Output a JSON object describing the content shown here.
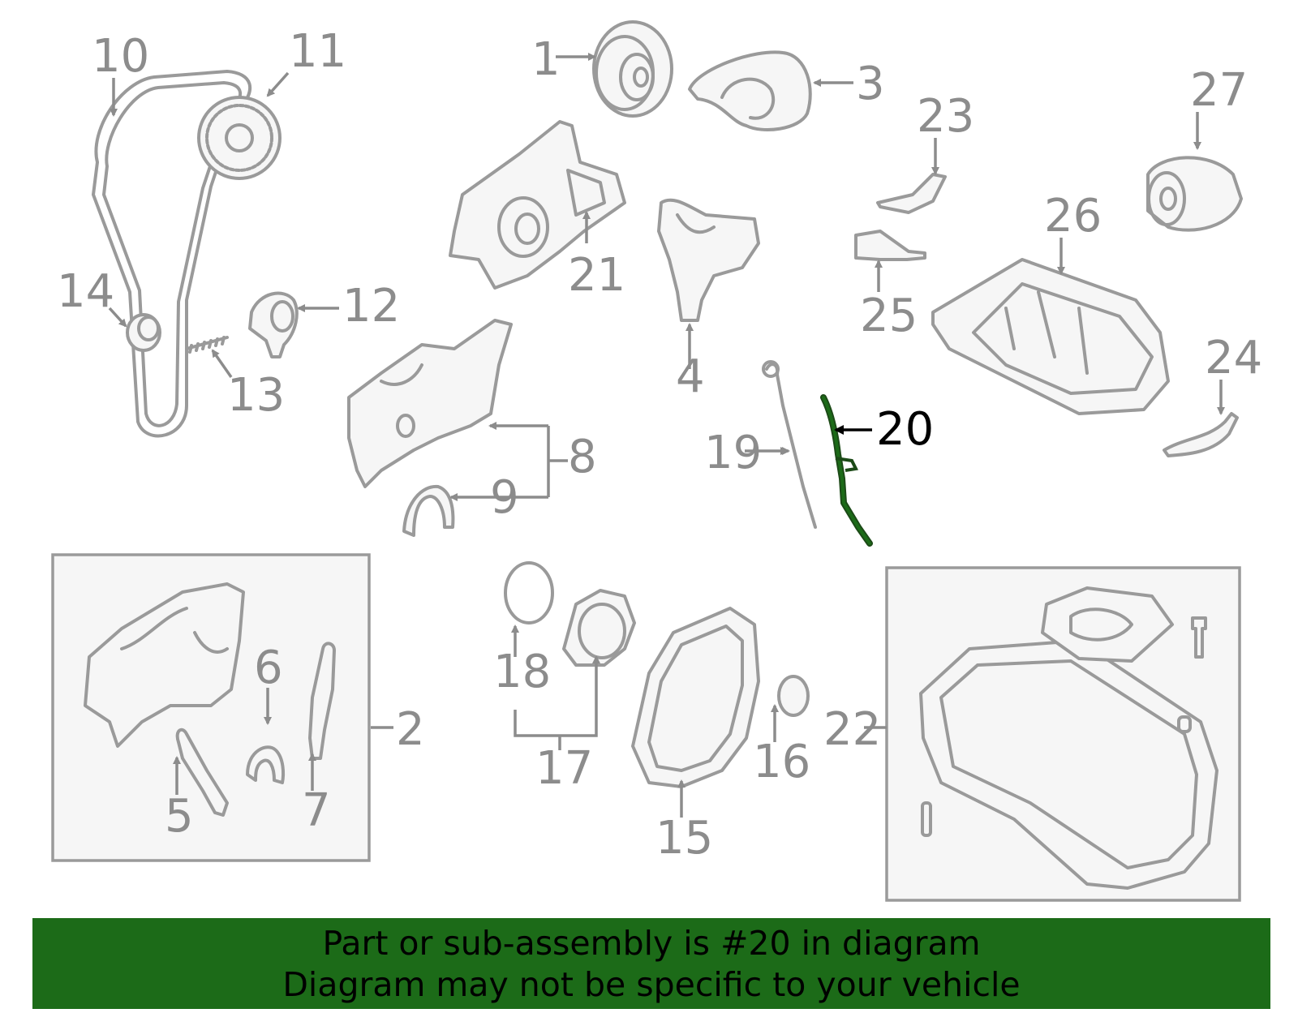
{
  "diagram": {
    "highlight_color": "#1c6b18",
    "highlighted_part": "20",
    "labels": {
      "p1": "1",
      "p2": "2",
      "p3": "3",
      "p4": "4",
      "p5": "5",
      "p6": "6",
      "p7": "7",
      "p8": "8",
      "p9": "9",
      "p10": "10",
      "p11": "11",
      "p12": "12",
      "p13": "13",
      "p14": "14",
      "p15": "15",
      "p16": "16",
      "p17": "17",
      "p18": "18",
      "p19": "19",
      "p20": "20",
      "p21": "21",
      "p22": "22",
      "p23": "23",
      "p24": "24",
      "p25": "25",
      "p26": "26",
      "p27": "27"
    }
  },
  "footer": {
    "background": "#1c6b18",
    "line1": "Part or sub-assembly is #20 in diagram",
    "line2": "Diagram may not be specific to your vehicle"
  }
}
